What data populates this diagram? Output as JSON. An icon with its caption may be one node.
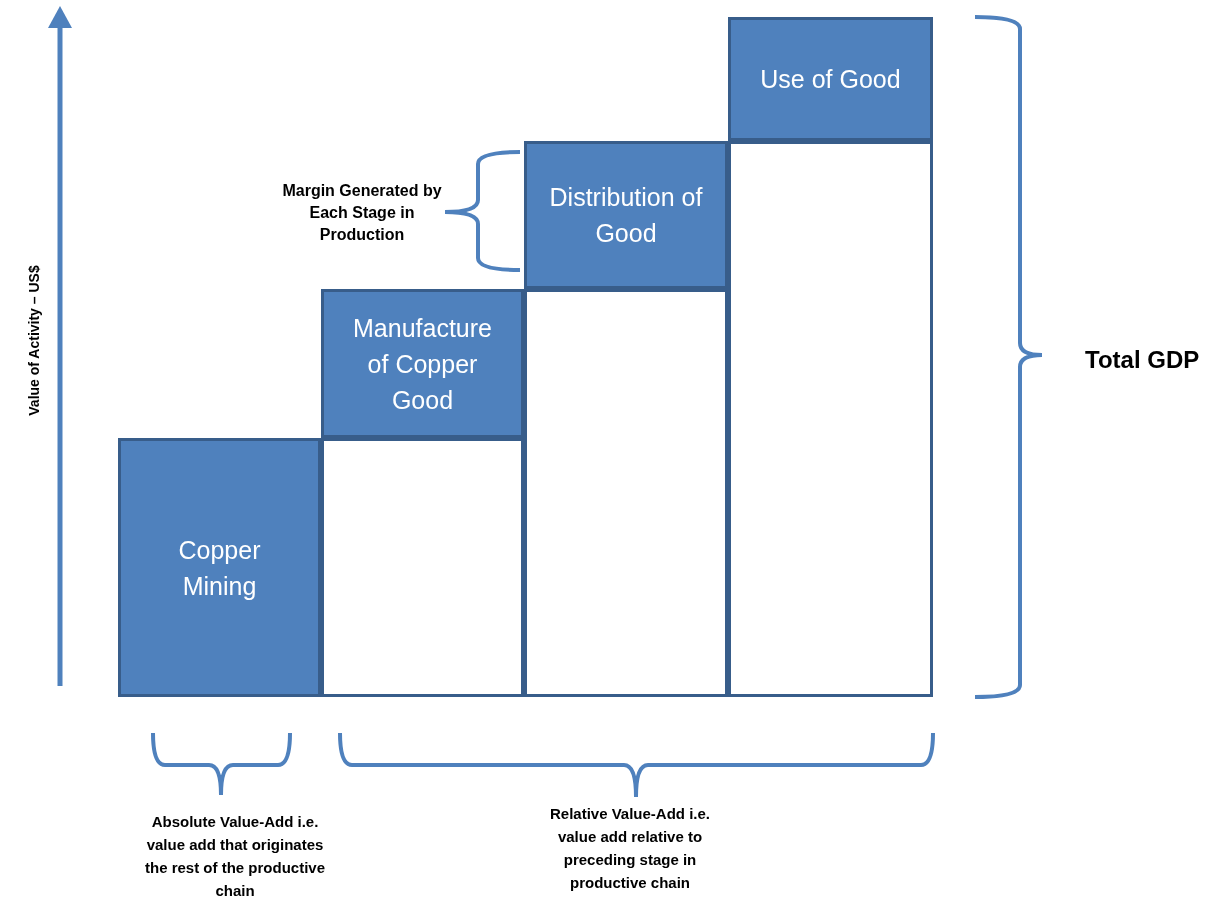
{
  "diagram": {
    "nodes": [
      {
        "text": [
          "Use of Good"
        ]
      },
      {
        "text": [
          "Distribution of Good"
        ]
      },
      {
        "text": [
          "Manufacture of Copper Good"
        ]
      },
      {
        "text": [
          "Copper Mining"
        ]
      },
      {
        "text": [],
        "shape": "box"
      },
      {
        "text": [],
        "shape": "box"
      },
      {
        "text": [],
        "shape": "box"
      }
    ],
    "edges": [],
    "labels": [
      "Margin Generated by Each Stage in Production",
      "Value of Activity – US$",
      "Total GDP",
      "Absolute Value-Add i.e. value add that originates the rest of the productive chain",
      "Relative Value-Add i.e. value add relative to preceding stage in productive chain"
    ]
  }
}
